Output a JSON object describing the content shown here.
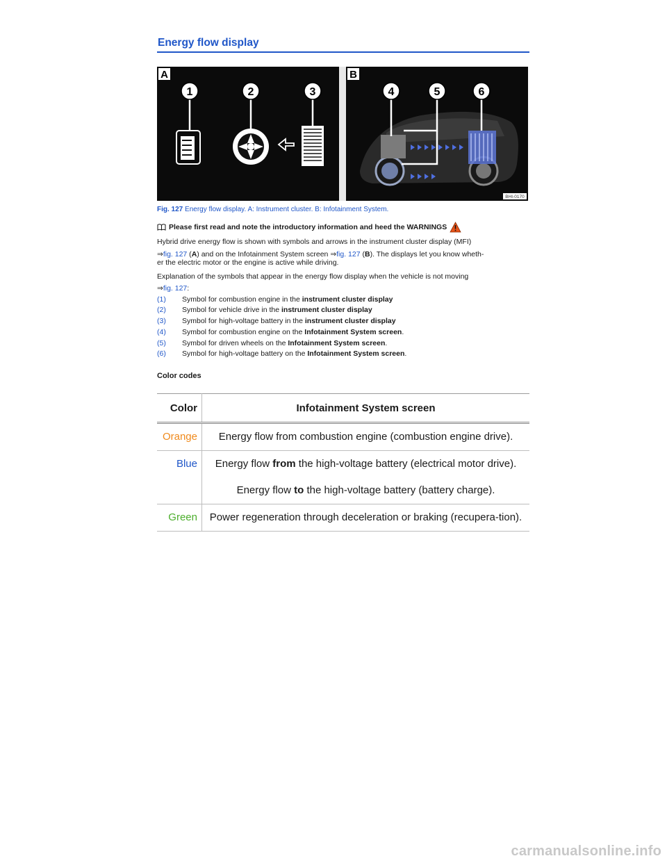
{
  "section_title": "Energy flow display",
  "figure": {
    "panel_a_letter": "A",
    "panel_b_letter": "B",
    "callouts": [
      "1",
      "2",
      "3",
      "4",
      "5",
      "6"
    ],
    "image_code": "BHI-0170"
  },
  "caption": {
    "label": "Fig. 127",
    "text": "Energy flow display. A: Instrument cluster. B: Infotainment System."
  },
  "note": {
    "text": "Please first read and note the introductory information and heed the WARNINGS",
    "book_icon": "book-icon",
    "warning_icon": "warning-triangle-icon"
  },
  "para1": {
    "line1": "Hybrid drive energy flow is shown with symbols and arrows in the instrument cluster display (MFI)",
    "arrow": "⇒",
    "link_a": "fig. 127",
    "open": " (",
    "bold_a": "A",
    "mid": ") and on the Infotainment System screen ",
    "link_b": "fig. 127",
    "bold_b": "B",
    "tail": "). The displays let you know wheth-",
    "line3": "er the electric motor or the engine is active while driving."
  },
  "para2": {
    "line1": "Explanation of the symbols that appear in the energy flow display when the vehicle is not moving",
    "arrow": "⇒",
    "link": "fig. 127",
    "colon": ":"
  },
  "legend": [
    {
      "num": "(1)",
      "pre": "Symbol for combustion engine in the ",
      "bold": "instrument cluster display",
      "post": ""
    },
    {
      "num": "(2)",
      "pre": "Symbol for vehicle drive in the ",
      "bold": "instrument cluster display",
      "post": ""
    },
    {
      "num": "(3)",
      "pre": "Symbol for high-voltage battery in the ",
      "bold": "instrument cluster display",
      "post": ""
    },
    {
      "num": "(4)",
      "pre": "Symbol for combustion engine on the ",
      "bold": "Infotainment System screen",
      "post": "."
    },
    {
      "num": "(5)",
      "pre": "Symbol for driven wheels on the ",
      "bold": "Infotainment System screen",
      "post": "."
    },
    {
      "num": "(6)",
      "pre": "Symbol for high-voltage battery on the ",
      "bold": "Infotainment System screen",
      "post": "."
    }
  ],
  "color_codes_heading": "Color codes",
  "table": {
    "headers": [
      "Color",
      "Infotainment System screen"
    ],
    "rows": [
      {
        "color": "Orange",
        "color_hex": "#f08a1c",
        "lines": [
          {
            "pre": "Energy flow from combustion engine (combustion engine drive).",
            "bold": "",
            "post": ""
          }
        ]
      },
      {
        "color": "Blue",
        "color_hex": "#1f56c8",
        "lines": [
          {
            "pre": "Energy flow ",
            "bold": "from",
            "post": " the high-voltage battery (electrical motor drive)."
          },
          {
            "pre": "Energy flow ",
            "bold": "to",
            "post": " the high-voltage battery (battery charge)."
          }
        ]
      },
      {
        "color": "Green",
        "color_hex": "#4cae2c",
        "lines": [
          {
            "pre": "Power regeneration through deceleration or braking (recupera-tion).",
            "bold": "",
            "post": ""
          }
        ]
      }
    ]
  },
  "watermark": "carmanualsonline.info"
}
